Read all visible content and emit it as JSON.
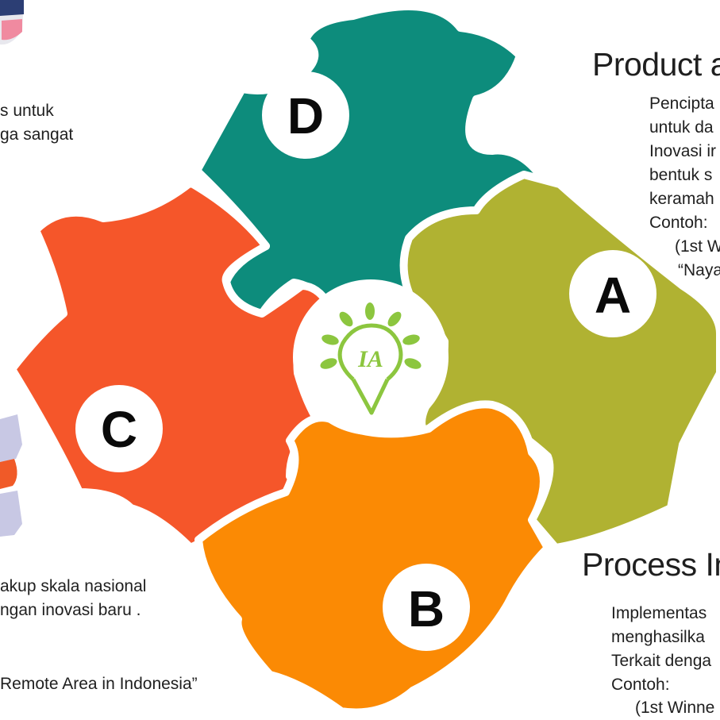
{
  "colors": {
    "piece_a": "#b0b232",
    "piece_b": "#fb8a04",
    "piece_c": "#f5562a",
    "piece_d": "#0d8c7c",
    "logo_green": "#8cc63f",
    "background": "#ffffff"
  },
  "pieces": {
    "a": {
      "letter": "A"
    },
    "b": {
      "letter": "B"
    },
    "c": {
      "letter": "C"
    },
    "d": {
      "letter": "D"
    }
  },
  "logo": {
    "icon": "lightbulb-leaves-icon",
    "monogram": "IA"
  },
  "product": {
    "heading": "Product a",
    "lines": [
      "Pencipta",
      "untuk da",
      "Inovasi ir",
      "bentuk s",
      "keramah",
      "Contoh:",
      "(1st W",
      "“Naya"
    ]
  },
  "process": {
    "heading": "Process In",
    "lines": [
      "Implementas",
      "menghasilka",
      "Terkait denga",
      "Contoh:",
      "(1st Winne"
    ]
  },
  "left_top": {
    "lines": [
      "s untuk",
      "ga sangat"
    ]
  },
  "left_bottom": {
    "lines": [
      "akup skala nasional",
      "ngan inovasi baru .",
      "Remote Area in Indonesia”"
    ]
  }
}
